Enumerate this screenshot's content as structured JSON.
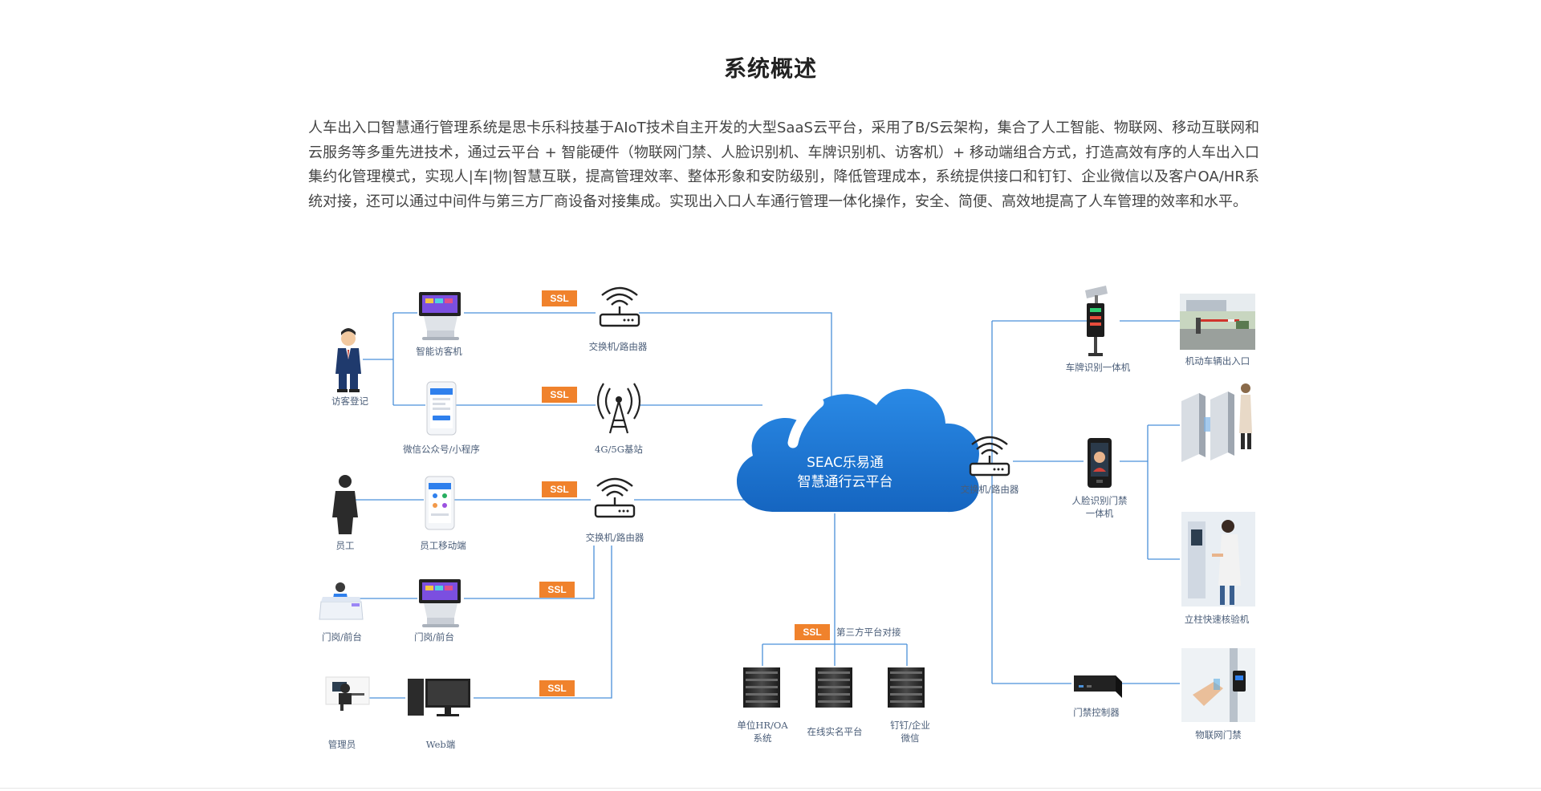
{
  "page": {
    "title": "系统概述",
    "intro": "人车出入口智慧通行管理系统是思卡乐科技基于AIoT技术自主开发的大型SaaS云平台，采用了B/S云架构，集合了人工智能、物联网、移动互联网和云服务等多重先进技术，通过云平台 + 智能硬件（物联网门禁、人脸识别机、车牌识别机、访客机）+ 移动端组合方式，打造高效有序的人车出入口集约化管理模式，实现人|车|物|智慧互联，提高管理效率、整体形象和安防级别，降低管理成本，系统提供接口和钉钉、企业微信以及客户OA/HR系统对接，还可以通过中间件与第三方厂商设备对接集成。实现出入口人车通行管理一体化操作，安全、简便、高效地提高了人车管理的效率和水平。"
  },
  "diagram": {
    "cloud": {
      "line1": "SEAC乐易通",
      "line2": "智慧通行云平台"
    },
    "ssl": "SSL",
    "labels": {
      "visitor_reg": "访客登记",
      "visitor_machine": "智能访客机",
      "wechat": "微信公众号/小程序",
      "switch1": "交换机/路由器",
      "base_station": "4G/5G基站",
      "staff": "员工",
      "staff_mobile": "员工移动端",
      "switch2": "交换机/路由器",
      "guard_desk1": "门岗/前台",
      "guard_desk2": "门岗/前台",
      "admin": "管理员",
      "web": "Web端",
      "third_party": "第三方平台对接",
      "hr_oa_1": "单位HR/OA",
      "hr_oa_2": "系统",
      "realname": "在线实名平台",
      "dingtalk_1": "钉钉/企业",
      "dingtalk_2": "微信",
      "switch3": "交换机/路由器",
      "plate_cam": "车牌识别一体机",
      "vehicle_gate": "机动车辆出入口",
      "face_1": "人脸识别门禁",
      "face_2": "一体机",
      "speed_gate": "立柱快速核验机",
      "controller": "门禁控制器",
      "iot_door": "物联网门禁"
    }
  },
  "colors": {
    "line": "#4a90d9",
    "ssl": "#f0822c",
    "cloud": "#1e78d2",
    "label": "#4a5d78"
  }
}
